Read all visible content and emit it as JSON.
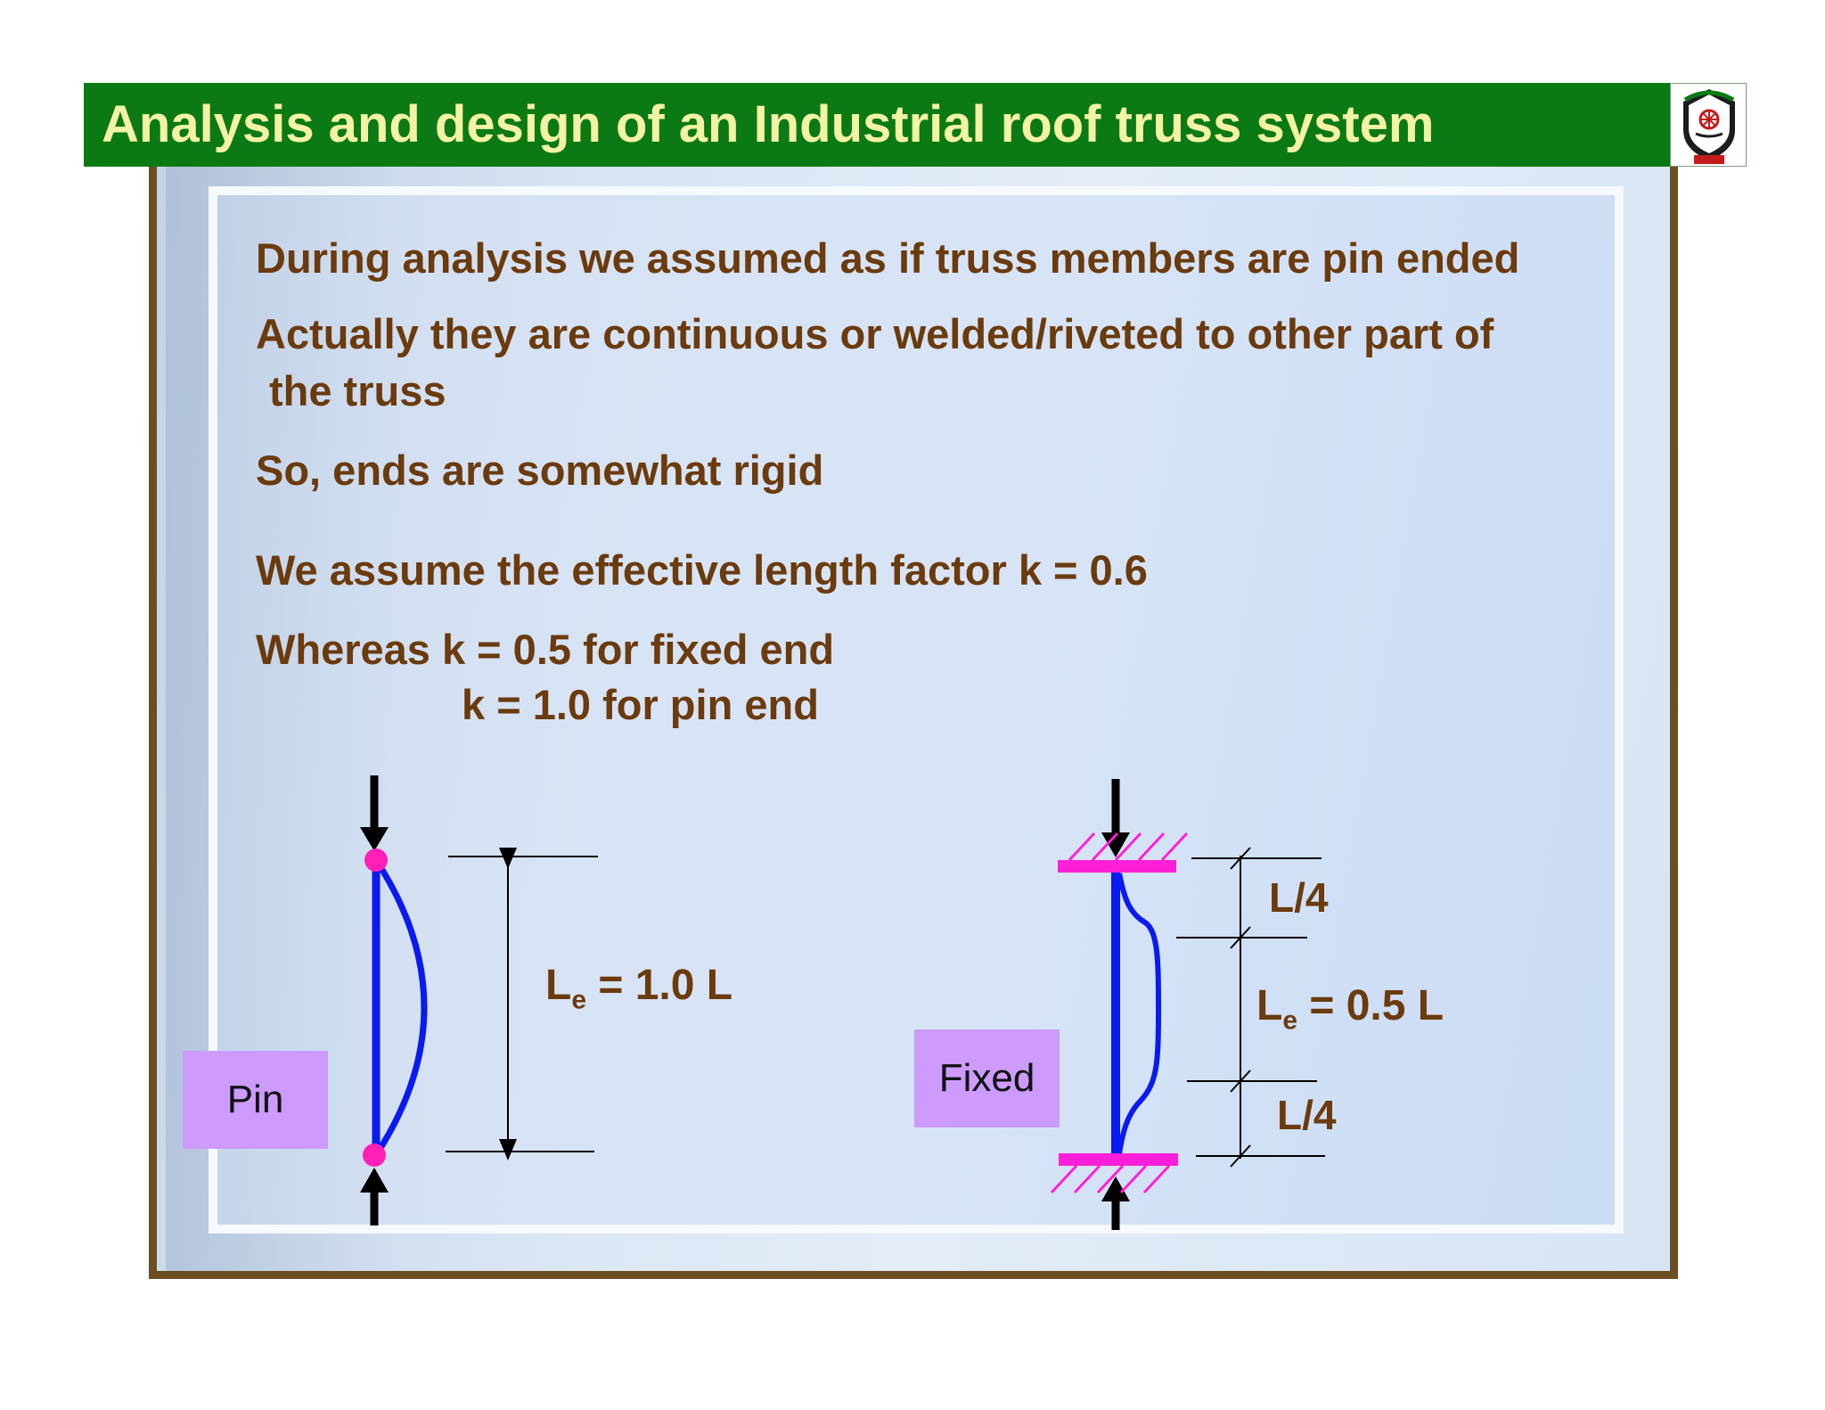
{
  "title": "Analysis and design of an Industrial roof truss system",
  "colors": {
    "title_bar": "#0b7a14",
    "title_text": "#f4f2a4",
    "body_text": "#6b3a0d",
    "frame": "#6b4f22",
    "column": "#0a1af0",
    "pin": "#ff1fb8",
    "support": "#ff1fd8",
    "label_box": "#cc9bfc"
  },
  "bullets": {
    "b1": "During analysis we assumed as if truss members are pin ended",
    "b2_line1": "Actually they are continuous or welded/riveted to other part of",
    "b2_line2": "the truss",
    "b3": "So, ends are somewhat rigid",
    "b4": "We assume the effective length factor k = 0.6",
    "b5_line1": "Whereas k = 0.5 for fixed end",
    "b5_line2": "k = 1.0 for pin end"
  },
  "pin_diagram": {
    "label": "Pin",
    "eq_L": "L",
    "eq_sub": "e",
    "eq_rest": " = 1.0 L"
  },
  "fixed_diagram": {
    "label": "Fixed",
    "quarter_top": "L/4",
    "quarter_bottom": "L/4",
    "eq_L": "L",
    "eq_sub": "e",
    "eq_rest": " = 0.5 L"
  }
}
